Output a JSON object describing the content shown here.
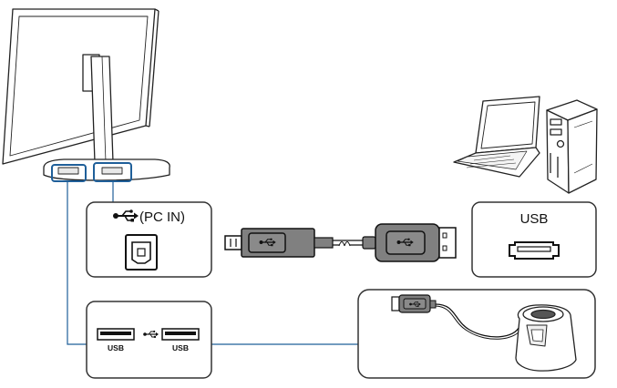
{
  "labels": {
    "pc_in_port": "(PC IN)",
    "pc_usb_port": "USB",
    "usb_port_left": "USB",
    "usb_port_right": "USB"
  },
  "icons": {
    "usb_symbol": "usb-symbol-icon",
    "monitor": "monitor-icon",
    "laptop": "laptop-icon",
    "tower_pc": "tower-pc-icon",
    "usb_b_port": "usb-b-port-icon",
    "usb_a_port": "usb-a-port-icon",
    "usb_cable": "usb-a-to-b-cable-icon",
    "usb_device": "usb-device-icon"
  },
  "colors": {
    "line": "#222222",
    "highlight": "#1f5f99",
    "connector_gray": "#7f7f7f",
    "panel_stroke": "#333333"
  }
}
